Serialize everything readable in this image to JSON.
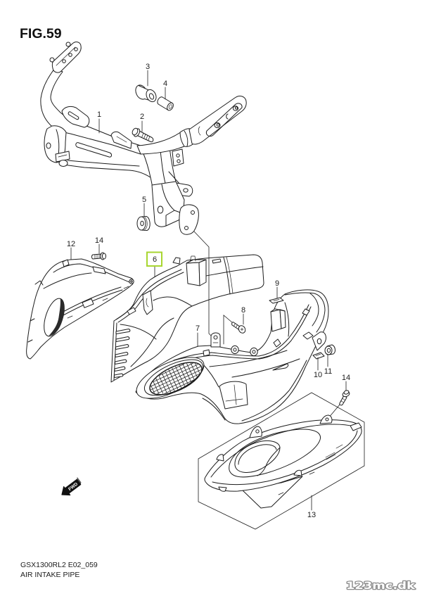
{
  "figure": {
    "title": "FIG.59",
    "model_code": "GSX1300RL2 E02_059",
    "section_name": "AIR INTAKE PIPE"
  },
  "callouts": [
    {
      "number": "1",
      "highlighted": false
    },
    {
      "number": "2",
      "highlighted": false
    },
    {
      "number": "3",
      "highlighted": false
    },
    {
      "number": "4",
      "highlighted": false
    },
    {
      "number": "5",
      "highlighted": false
    },
    {
      "number": "6",
      "highlighted": true
    },
    {
      "number": "7",
      "highlighted": false
    },
    {
      "number": "8",
      "highlighted": false
    },
    {
      "number": "9",
      "highlighted": false
    },
    {
      "number": "10",
      "highlighted": false
    },
    {
      "number": "11",
      "highlighted": false
    },
    {
      "number": "12",
      "highlighted": false
    },
    {
      "number": "13",
      "highlighted": false
    },
    {
      "number": "14",
      "highlighted": false
    },
    {
      "number": "14",
      "highlighted": false
    }
  ],
  "highlight": {
    "callout": "6",
    "color": "#a8d630"
  },
  "orientation_marker": {
    "label": "FWD",
    "icon": "forward-arrow-icon"
  },
  "watermark": {
    "text": "123mc.dk",
    "fill": "#ffffff",
    "outline": "#8c8c8c"
  },
  "colors": {
    "background": "#ffffff",
    "line_art": "#1c1c1c"
  }
}
